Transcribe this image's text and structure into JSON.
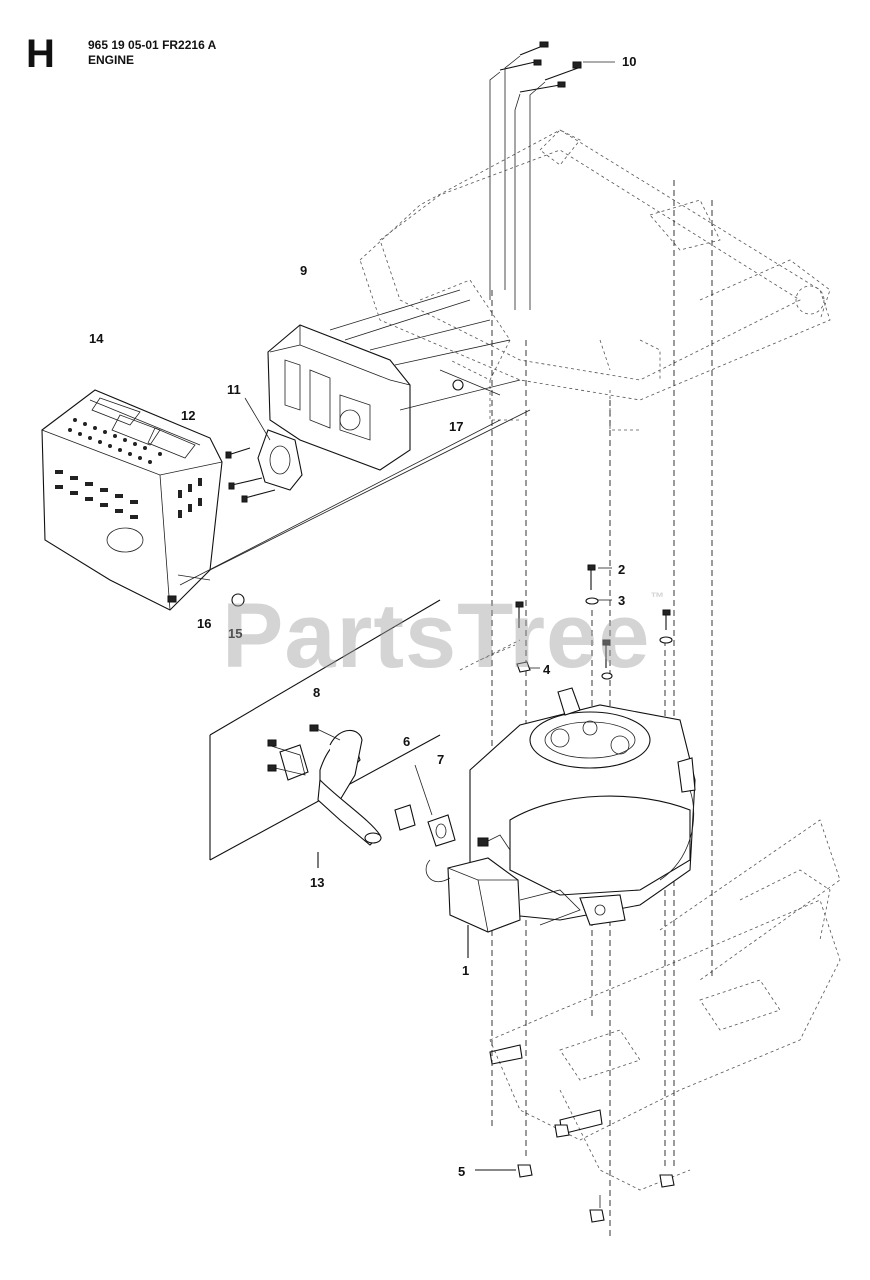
{
  "header": {
    "section_letter": "H",
    "part_code": "965 19 05-01 FR2216 A",
    "title": "ENGINE"
  },
  "watermark": {
    "text": "PartsTree",
    "trademark": "™"
  },
  "callouts": [
    "1",
    "2",
    "3",
    "4",
    "5",
    "6",
    "7",
    "8",
    "9",
    "10",
    "11",
    "12",
    "13",
    "14",
    "15",
    "16",
    "17"
  ]
}
